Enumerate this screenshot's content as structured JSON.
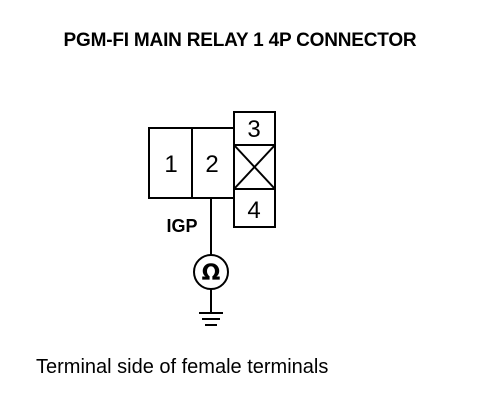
{
  "title": "PGM-FI MAIN RELAY 1 4P CONNECTOR",
  "connector": {
    "pins": [
      {
        "label": "1"
      },
      {
        "label": "2"
      },
      {
        "label": "3"
      },
      {
        "label": "4"
      }
    ]
  },
  "wire_label": "IGP",
  "meter_symbol": "Ω",
  "caption": "Terminal side of female terminals"
}
